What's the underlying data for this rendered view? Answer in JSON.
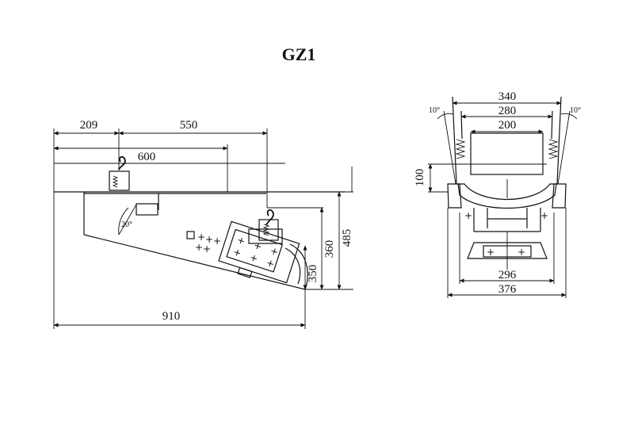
{
  "title": "GZ1",
  "side_view": {
    "dim_209": "209",
    "dim_550": "550",
    "dim_600": "600",
    "dim_910": "910",
    "dim_485": "485",
    "dim_360": "360",
    "dim_350": "350",
    "angle": "20°"
  },
  "front_view": {
    "dim_340": "340",
    "dim_280": "280",
    "dim_200": "200",
    "dim_100": "100",
    "dim_296": "296",
    "dim_376": "376",
    "angle_left": "10°",
    "angle_right": "10°"
  }
}
